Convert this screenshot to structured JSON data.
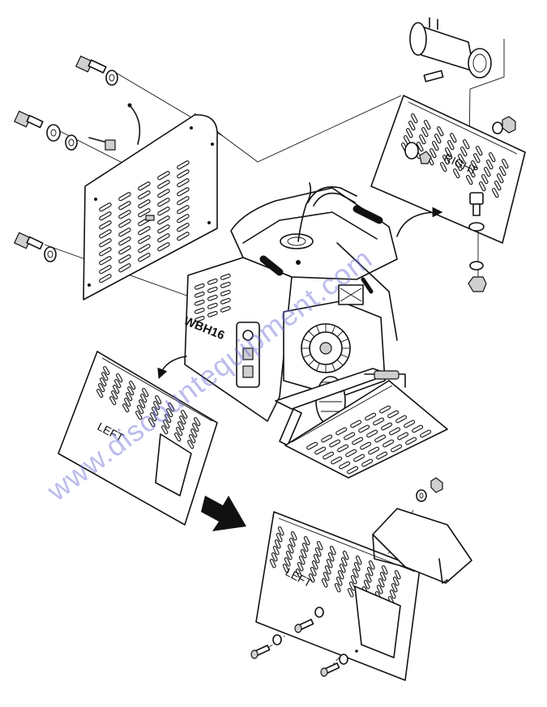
{
  "labels": {
    "right_panel": "RIGHT",
    "left_panel_upper": "LEFT",
    "left_panel_lower": "LEFT",
    "model": "WBH16",
    "watermark": "www.discountequipment.com"
  }
}
